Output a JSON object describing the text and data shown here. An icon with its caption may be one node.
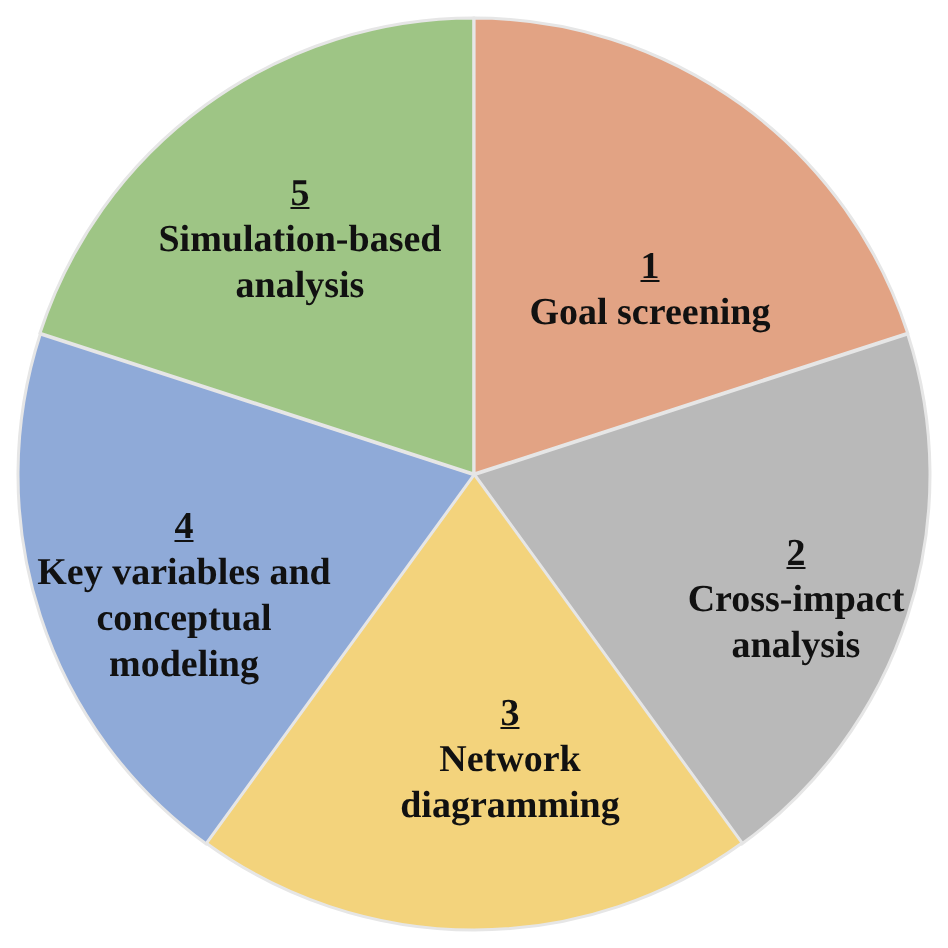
{
  "diagram": {
    "nodes": [
      {
        "text": [
          "1",
          "Goal screening"
        ]
      },
      {
        "text": [
          "2",
          "Cross-impact analysis"
        ]
      },
      {
        "text": [
          "3",
          "Network diagramming"
        ]
      },
      {
        "text": [
          "4",
          "Key variables and conceptual modeling"
        ]
      },
      {
        "text": [
          "5",
          "Simulation-based analysis"
        ]
      }
    ]
  }
}
